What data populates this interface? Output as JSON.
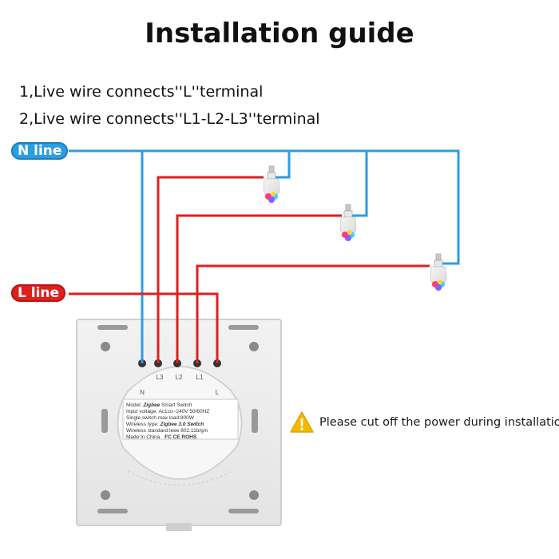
{
  "title": "Installation guide",
  "instructions": [
    "1,Live wire connects''L''terminal",
    "2,Live wire connects''L1-L2-L3''terminal"
  ],
  "lines": {
    "neutral": {
      "label": "N line",
      "color": "#2b9de0"
    },
    "live": {
      "label": "L line",
      "color": "#e01f1f"
    }
  },
  "terminals": [
    "N",
    "L3",
    "L2",
    "L1",
    "L"
  ],
  "device_label": {
    "model_prefix": "Model:",
    "model_brand": "Zigbee",
    "model_name": "Smart Switch",
    "input_voltage": "Input voltage: Ac1co~240V 50/60HZ",
    "max_load": "Single switch max load:800W",
    "wireless_type_prefix": "Wireless type:",
    "wireless_type_value": "Zigbee 3.0 Switch",
    "wireless_standard": "Wireless standard:Ieee 802.11b/g/n",
    "made_in": "Made  In China",
    "marks": "FC  CE  ROHS"
  },
  "warning": {
    "icon": "warning-triangle-icon",
    "text": "Please cut off the power during installation",
    "color": "#f5b800"
  },
  "bulbs": [
    "rgb-bulb-icon",
    "rgb-bulb-icon",
    "rgb-bulb-icon"
  ]
}
